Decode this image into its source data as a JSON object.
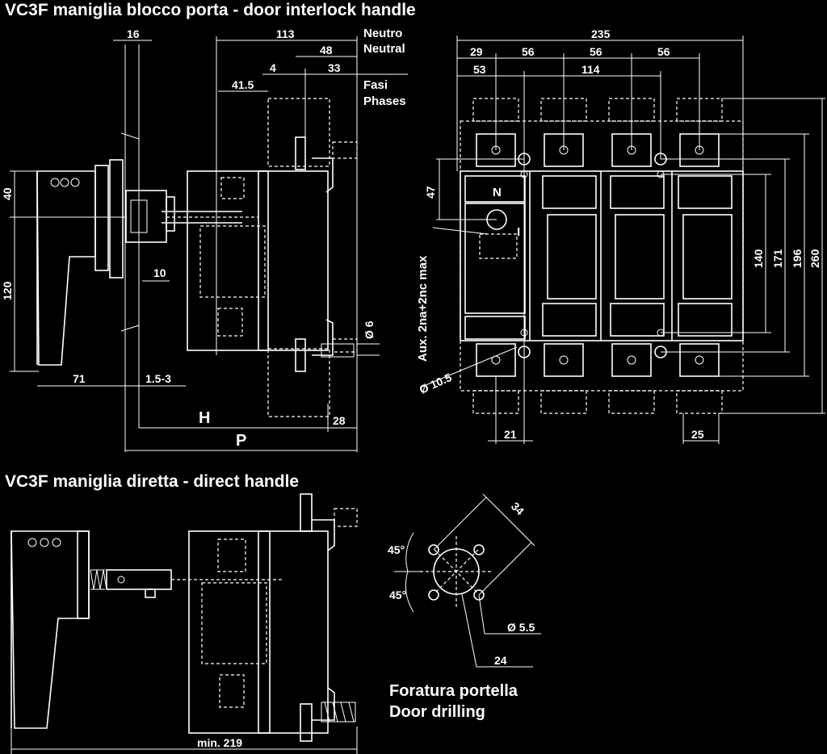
{
  "titles": {
    "top": "VC3F   maniglia blocco porta  -   door interlock handle",
    "bottom": "VC3F   maniglia diretta   -   direct handle"
  },
  "labels": {
    "neutro": "Neutro",
    "neutral": "Neutral",
    "fasi": "Fasi",
    "phases": "Phases",
    "n_mark": "N",
    "i_mark": "I",
    "aux": "Aux. 2na+2nc max",
    "drill_it": "Foratura portella",
    "drill_en": "Door drilling"
  },
  "dims": {
    "d16": "16",
    "d113": "113",
    "d48": "48",
    "d4": "4",
    "d33": "33",
    "d41_5": "41.5",
    "d40": "40",
    "d120": "120",
    "d10": "10",
    "d6": "Ø 6",
    "d71": "71",
    "d1_5_3": "1.5-3",
    "dH": "H",
    "dP": "P",
    "d28": "28",
    "d235": "235",
    "d29": "29",
    "d56a": "56",
    "d56b": "56",
    "d56c": "56",
    "d53": "53",
    "d114": "114",
    "d47": "47",
    "d140": "140",
    "d171": "171",
    "d196": "196",
    "d260": "260",
    "d10_5": "Ø 10.5",
    "d21": "21",
    "d25": "25",
    "d34": "34",
    "d45a": "45°",
    "d45b": "45°",
    "d5_5": "Ø 5.5",
    "d24": "24",
    "dmin219": "min. 219"
  }
}
